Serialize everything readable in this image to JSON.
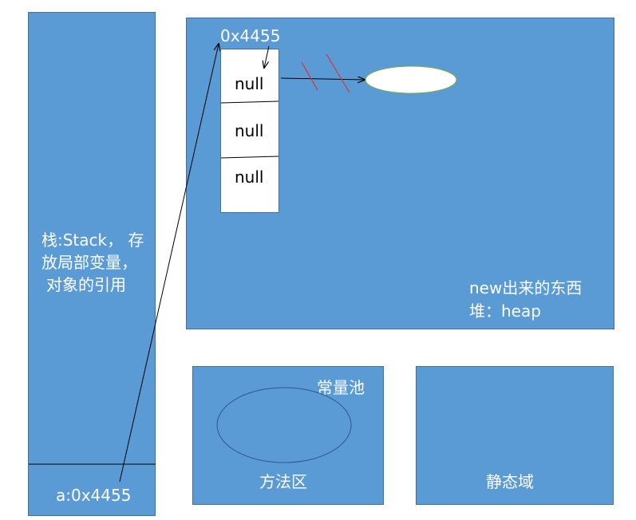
{
  "stack": {
    "label_lines": [
      "栈:Stack， 存",
      "放局部变量，",
      "对象的引用"
    ],
    "variable": "a:0x4455"
  },
  "heap": {
    "address": "0x4455",
    "array_cells": [
      "null",
      "null",
      "null"
    ],
    "desc_line1": "new出来的东西",
    "desc_line2": "堆：heap"
  },
  "method_area": {
    "label": "方法区",
    "constant_pool": "常量池"
  },
  "static_area": {
    "label": "静态域"
  },
  "colors": {
    "box_fill": "#5b9bd5",
    "box_border": "#41719c",
    "strike": "#e03030",
    "arrow": "#000000"
  }
}
